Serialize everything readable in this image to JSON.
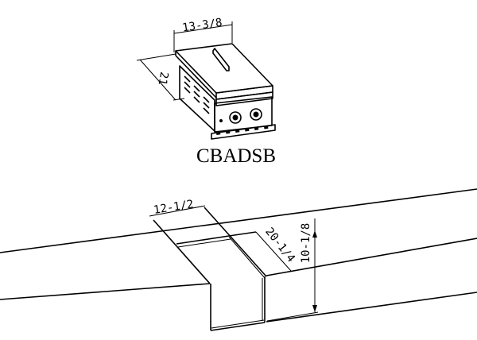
{
  "product": {
    "model": "CBADSB",
    "dimensions": {
      "width": "13-3/8",
      "depth": "21"
    }
  },
  "cutout": {
    "dimensions": {
      "width": "12-1/2",
      "depth": "20-1/4",
      "height": "10-1/8"
    }
  }
}
